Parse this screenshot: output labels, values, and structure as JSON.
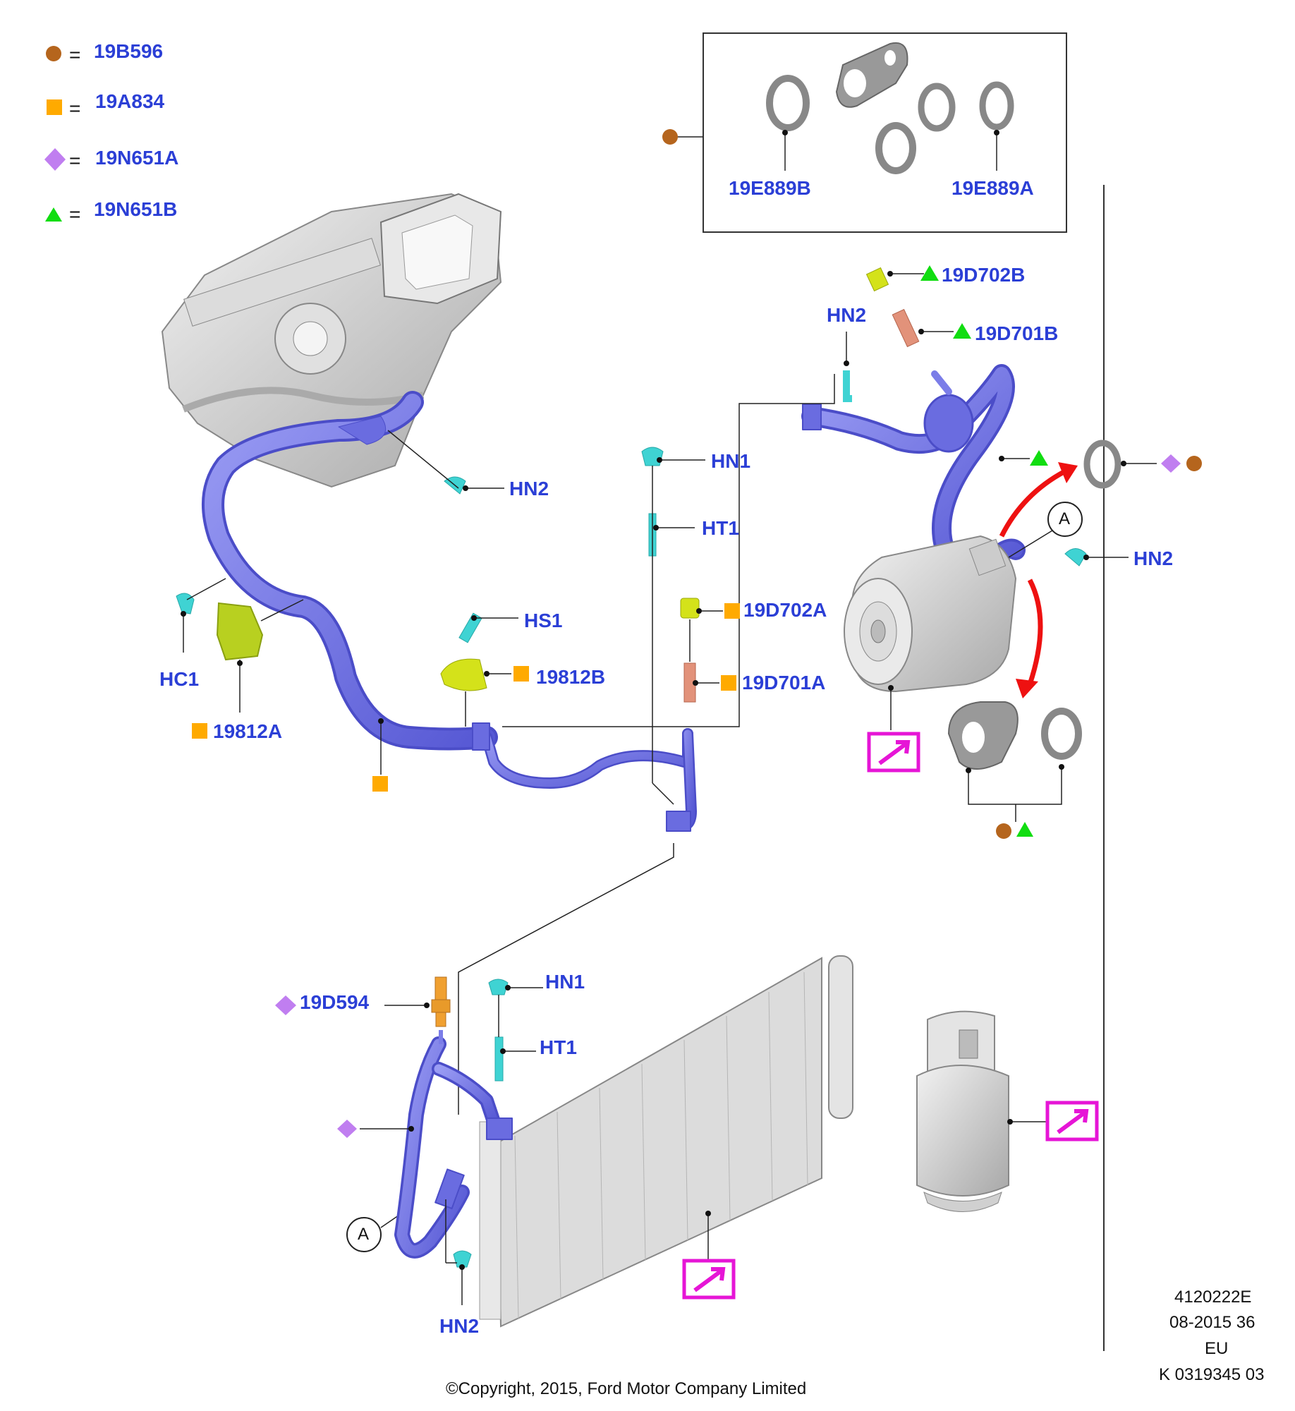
{
  "legend": [
    {
      "symbol": "circle",
      "color": "#b5651d",
      "code": "19B596"
    },
    {
      "symbol": "square",
      "color": "#ffaa00",
      "code": "19A834"
    },
    {
      "symbol": "diamond",
      "color": "#c07ef0",
      "code": "19N651A"
    },
    {
      "symbol": "triangle",
      "color": "#11dd11",
      "code": "19N651B"
    }
  ],
  "legend_equals": "=",
  "labels": {
    "e889b": "19E889B",
    "e889a": "19E889A",
    "d702b": "19D702B",
    "hn2_top": "HN2",
    "d701b": "19D701B",
    "hn2_heater": "HN2",
    "hn1_mid": "HN1",
    "ht1_mid": "HT1",
    "hn2_comp": "HN2",
    "hs1": "HS1",
    "d702a": "19D702A",
    "hc1": "HC1",
    "r19812b": "19812B",
    "d701a": "19D701A",
    "r19812a": "19812A",
    "d594": "19D594",
    "hn1_low": "HN1",
    "ht1_low": "HT1",
    "hn2_low": "HN2"
  },
  "callout_letter": "A",
  "doc_info": [
    "4120222E",
    "08-2015 36",
    "EU",
    "K 0319345 03"
  ],
  "copyright": "©Copyright, 2015, Ford Motor Company Limited",
  "colors": {
    "label_blue": "#2b3fd6",
    "pipe": "#7b7de8",
    "pipe_dark": "#4b4dc8",
    "cyan_part": "#3fd3d3",
    "yellow_part": "#d4e21a",
    "magenta_box": "#e615d6",
    "arrow_red": "#ee1111"
  },
  "icons": [
    "link-arrow-icon",
    "red-curved-arrow-icon",
    "callout-circle-icon"
  ]
}
